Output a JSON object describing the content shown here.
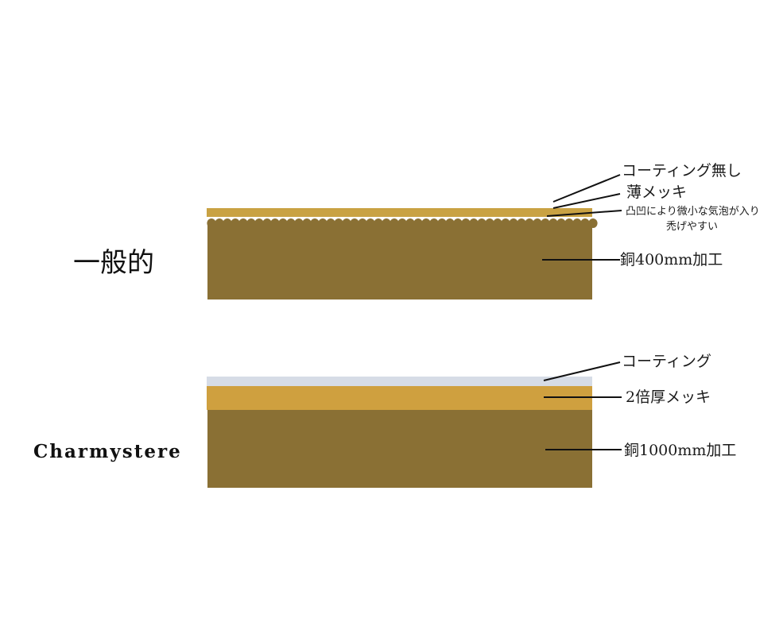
{
  "colors": {
    "copper": "#8a7034",
    "copper_dark": "#836a30",
    "thin_plating": "#c9a243",
    "thick_plating": "#cfa03f",
    "coating": "#d6dce6",
    "bubble": "#ffffff",
    "line": "#111111"
  },
  "general": {
    "title": "一般的",
    "labels": {
      "no_coating": "コーティング無し",
      "thin_plating": "薄メッキ",
      "bumps_line1": "凸凹により微小な気泡が入り",
      "bumps_line2": "禿げやすい",
      "copper": "銅400mm加工"
    }
  },
  "brand": {
    "title": "Charmystere",
    "labels": {
      "coating": "コーティング",
      "thick_plating": "2倍厚メッキ",
      "copper": "銅1000mm加工"
    }
  }
}
